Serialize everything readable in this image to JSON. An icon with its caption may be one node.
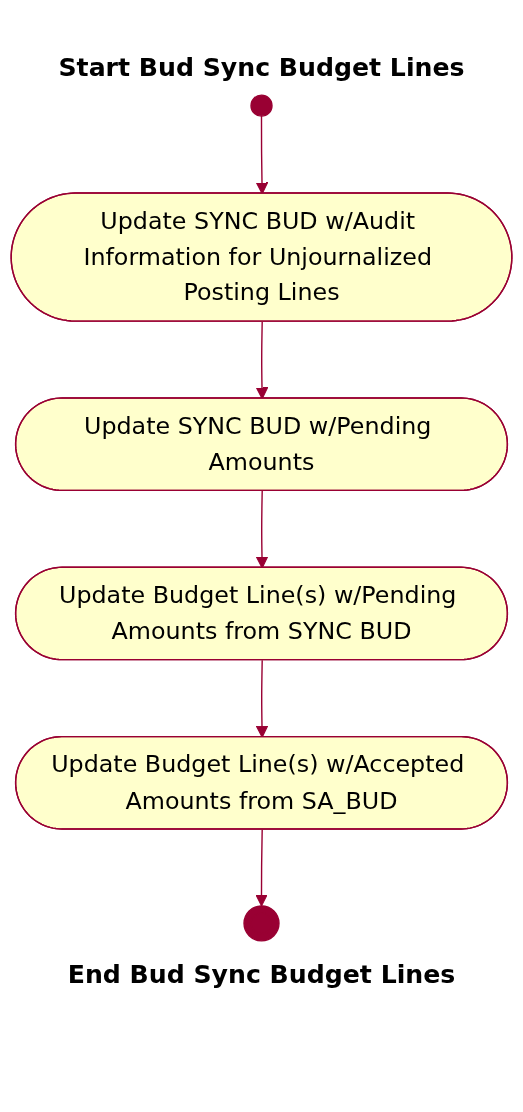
{
  "diagram": {
    "nodes": [
      {
        "text": [],
        "shape": "circle",
        "beside": [
          "Start Bud Sync Budget Lines"
        ]
      },
      {
        "text": [
          "Update SYNC BUD w/Audit Information for Unjournalized Posting Lines"
        ]
      },
      {
        "text": [
          "Update SYNC BUD w/Pending Amounts"
        ]
      },
      {
        "text": [
          "Update Budget Line(s) w/Pending Amounts from SYNC BUD"
        ]
      },
      {
        "text": [
          "Update Budget Line(s) w/Accepted Amounts from SA_BUD"
        ]
      },
      {
        "text": [],
        "shape": "circle",
        "beside": [
          "End Bud Sync Budget Lines"
        ]
      }
    ],
    "edges": [
      {
        "from": 0,
        "to": 1,
        "arrow": "to"
      },
      {
        "from": 1,
        "to": 2,
        "arrow": "to"
      },
      {
        "from": 2,
        "to": 3,
        "arrow": "to"
      },
      {
        "from": 3,
        "to": 4,
        "arrow": "to"
      },
      {
        "from": 4,
        "to": 5,
        "arrow": "to"
      }
    ]
  }
}
